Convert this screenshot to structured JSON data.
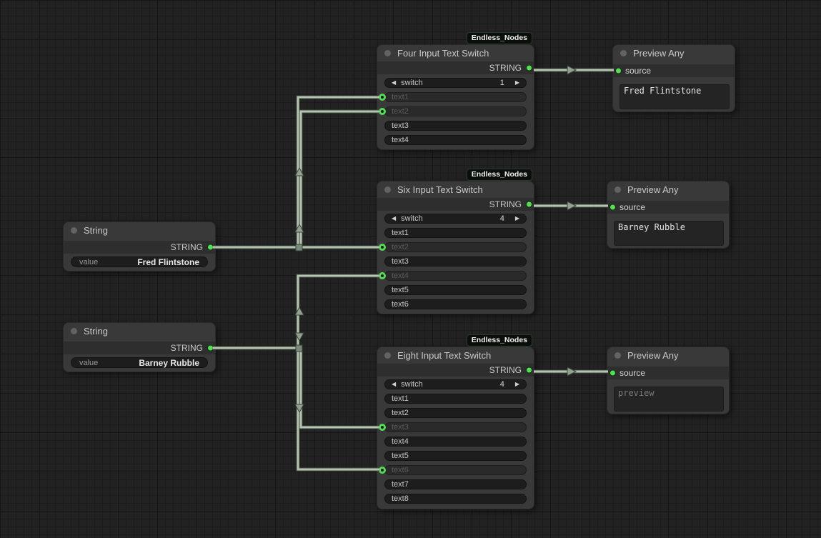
{
  "badge_label": "Endless_Nodes",
  "icons": {
    "arrow_left": "◀",
    "arrow_right": "▶"
  },
  "colors": {
    "link": "#b5c3b1",
    "slot_green": "#56dd56",
    "node_bg": "#393939",
    "canvas_bg": "#222222"
  },
  "nodes": {
    "string1": {
      "title": "String",
      "output_label": "STRING",
      "widget": {
        "label": "value",
        "value": "Fred Flintstone"
      }
    },
    "string2": {
      "title": "String",
      "output_label": "STRING",
      "widget": {
        "label": "value",
        "value": "Barney Rubble"
      }
    },
    "four": {
      "title": "Four Input Text Switch",
      "output_label": "STRING",
      "switch": {
        "label": "switch",
        "value": "1"
      },
      "rows": [
        {
          "label": "text1",
          "connected": true
        },
        {
          "label": "text2",
          "connected": true
        },
        {
          "label": "text3",
          "connected": false
        },
        {
          "label": "text4",
          "connected": false
        }
      ]
    },
    "six": {
      "title": "Six Input Text Switch",
      "output_label": "STRING",
      "switch": {
        "label": "switch",
        "value": "4"
      },
      "rows": [
        {
          "label": "text1",
          "connected": false
        },
        {
          "label": "text2",
          "connected": true
        },
        {
          "label": "text3",
          "connected": false
        },
        {
          "label": "text4",
          "connected": true
        },
        {
          "label": "text5",
          "connected": false
        },
        {
          "label": "text6",
          "connected": false
        }
      ]
    },
    "eight": {
      "title": "Eight Input Text Switch",
      "output_label": "STRING",
      "switch": {
        "label": "switch",
        "value": "4"
      },
      "rows": [
        {
          "label": "text1",
          "connected": false
        },
        {
          "label": "text2",
          "connected": false
        },
        {
          "label": "text3",
          "connected": true
        },
        {
          "label": "text4",
          "connected": false
        },
        {
          "label": "text5",
          "connected": false
        },
        {
          "label": "text6",
          "connected": true
        },
        {
          "label": "text7",
          "connected": false
        },
        {
          "label": "text8",
          "connected": false
        }
      ]
    },
    "preview1": {
      "title": "Preview Any",
      "input_label": "source",
      "text": "Fred Flintstone"
    },
    "preview2": {
      "title": "Preview Any",
      "input_label": "source",
      "text": "Barney Rubble"
    },
    "preview3": {
      "title": "Preview Any",
      "input_label": "source",
      "placeholder": "preview"
    }
  }
}
